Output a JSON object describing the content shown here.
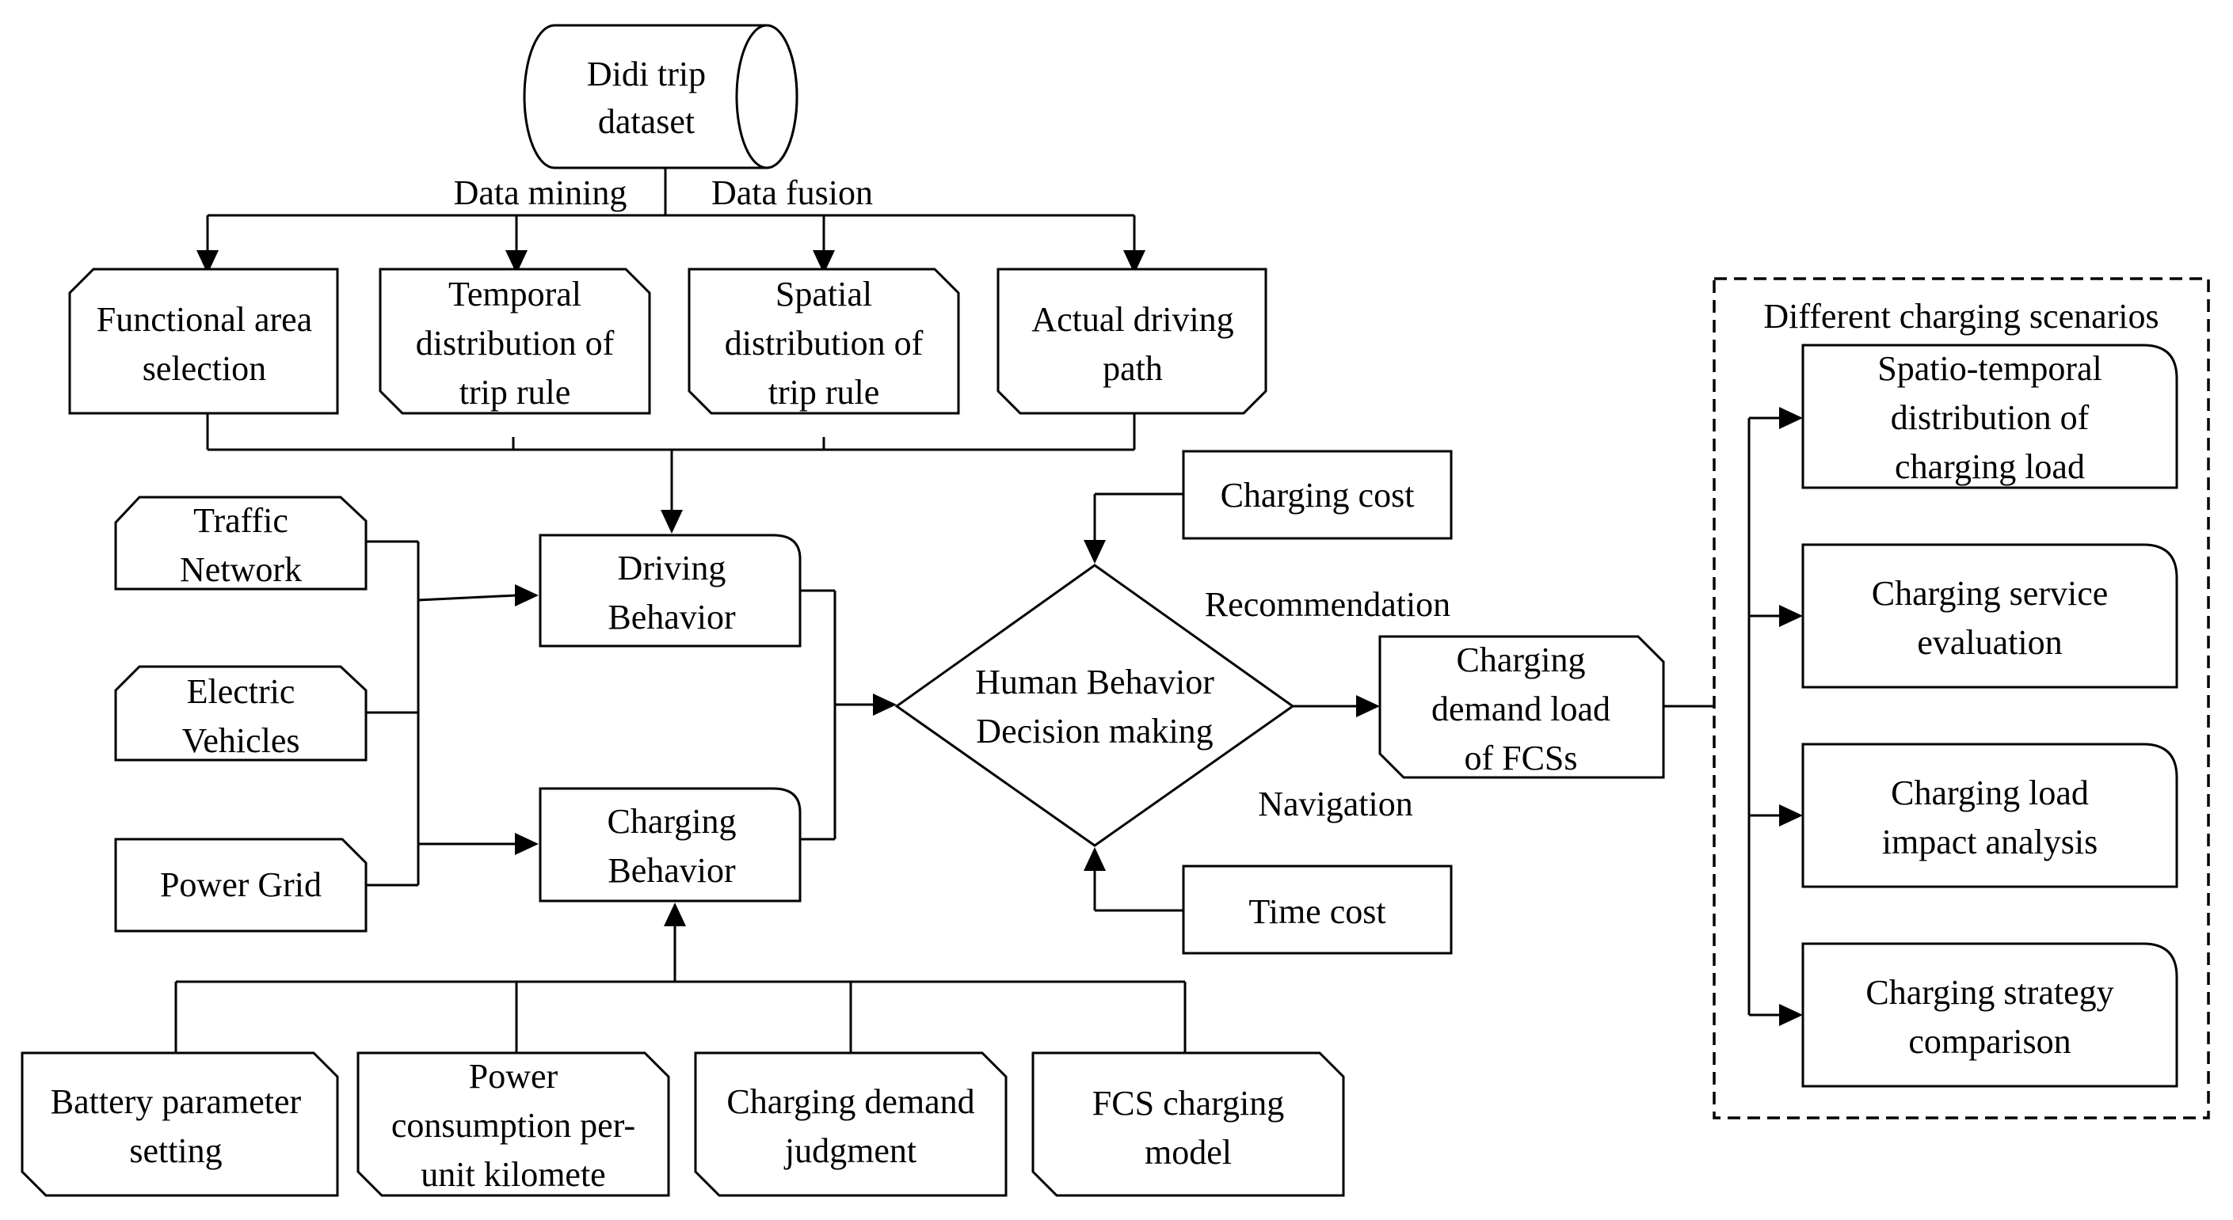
{
  "dataset": {
    "line1": "Didi trip",
    "line2": "dataset"
  },
  "labels": {
    "data_mining": "Data mining",
    "data_fusion": "Data fusion",
    "recommendation": "Recommendation",
    "navigation": "Navigation",
    "scenarios_title": "Different  charging scenarios"
  },
  "top_boxes": [
    {
      "lines": [
        "Functional area",
        "selection"
      ]
    },
    {
      "lines": [
        "Temporal",
        "distribution of",
        "trip rule"
      ]
    },
    {
      "lines": [
        "Spatial",
        "distribution of",
        "trip rule"
      ]
    },
    {
      "lines": [
        "Actual driving",
        "path"
      ]
    }
  ],
  "inputs": [
    {
      "lines": [
        "Traffic",
        "Network"
      ]
    },
    {
      "lines": [
        "Electric",
        "Vehicles"
      ]
    },
    {
      "lines": [
        "Power Grid"
      ]
    }
  ],
  "behaviors": {
    "driving": [
      "Driving",
      "Behavior"
    ],
    "charging": [
      "Charging",
      "Behavior"
    ]
  },
  "decision": [
    "Human Behavior",
    "Decision making"
  ],
  "costs": {
    "charging_cost": "Charging cost",
    "time_cost": "Time cost"
  },
  "demand_load": [
    "Charging",
    "demand load",
    "of FCSs"
  ],
  "bottom_boxes": [
    {
      "lines": [
        "Battery parameter",
        "setting"
      ]
    },
    {
      "lines": [
        "Power",
        "consumption per-",
        "unit kilomete"
      ]
    },
    {
      "lines": [
        "Charging demand",
        "judgment"
      ]
    },
    {
      "lines": [
        "FCS charging",
        "model"
      ]
    }
  ],
  "scenarios": [
    {
      "lines": [
        "Spatio-temporal",
        "distribution of",
        "charging load"
      ]
    },
    {
      "lines": [
        "Charging service",
        "evaluation"
      ]
    },
    {
      "lines": [
        "Charging load",
        "impact analysis"
      ]
    },
    {
      "lines": [
        "Charging strategy",
        "comparison"
      ]
    }
  ]
}
